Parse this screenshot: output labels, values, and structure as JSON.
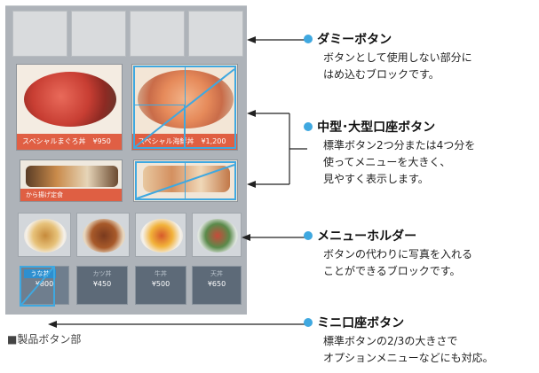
{
  "panel_caption": "■製品ボタン部",
  "big_buttons": [
    {
      "label": "スペシャルまぐろ丼　¥950"
    },
    {
      "label": "スペシャル海鮮丼　¥1,200"
    }
  ],
  "mid_buttons": [
    {
      "label": "から揚げ定食"
    },
    {
      "label": ""
    }
  ],
  "mini_buttons": [
    {
      "title": "うな丼",
      "price": "¥800"
    },
    {
      "title": "カツ丼",
      "price": "¥450"
    },
    {
      "title": "牛丼",
      "price": "¥500"
    },
    {
      "title": "天丼",
      "price": "¥650"
    }
  ],
  "callouts": [
    {
      "title": "ダミーボタン",
      "lines": [
        "ボタンとして使用しない部分に",
        "はめ込むブロックです。"
      ]
    },
    {
      "title": "中型･大型口座ボタン",
      "lines": [
        "標準ボタン2つ分または4つ分を",
        "使ってメニューを大きく、",
        "見やすく表示します。"
      ]
    },
    {
      "title": "メニューホルダー",
      "lines": [
        "ボタンの代わりに写真を入れる",
        "ことができるブロックです。"
      ]
    },
    {
      "title": "ミニ口座ボタン",
      "lines": [
        "標準ボタンの2/3の大きさで",
        "オプションメニューなどにも対応。"
      ]
    }
  ],
  "colors": {
    "accent": "#3fa8e0",
    "panel": "#aeb3b9",
    "label_bg": "#dc4628"
  }
}
